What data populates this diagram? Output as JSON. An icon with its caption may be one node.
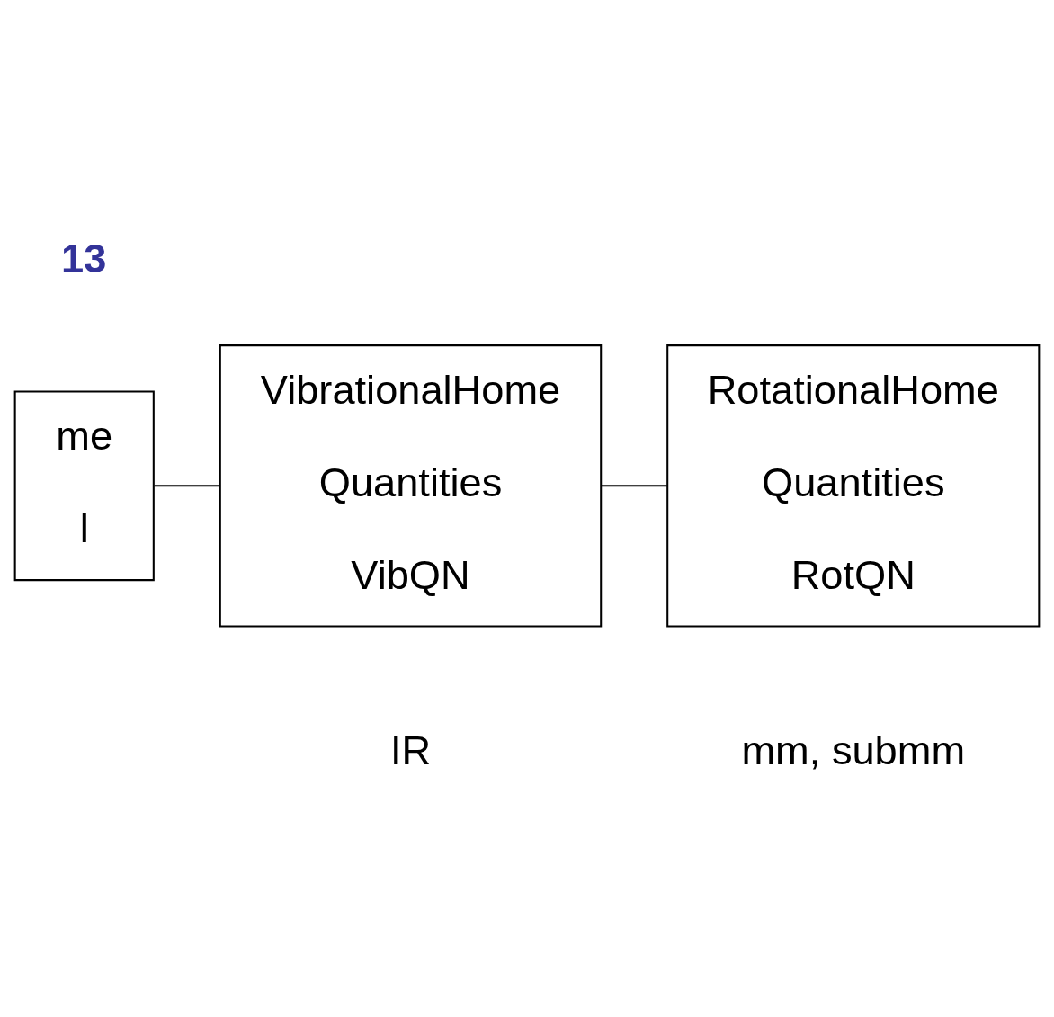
{
  "diagram": {
    "nodes": [
      {
        "text": [
          "me",
          "l"
        ]
      },
      {
        "text": [
          "VibrationalHome",
          "Quantities",
          "VibQN"
        ],
        "beside": [
          "IR"
        ]
      },
      {
        "text": [
          "RotationalHome",
          "Quantities",
          "RotQN"
        ],
        "beside": [
          "mm, submm"
        ]
      }
    ],
    "edges": [
      {
        "from": 0,
        "to": 1,
        "arrow": "none"
      },
      {
        "from": 1,
        "to": 2,
        "arrow": "none"
      }
    ],
    "labels": [
      "13"
    ]
  }
}
